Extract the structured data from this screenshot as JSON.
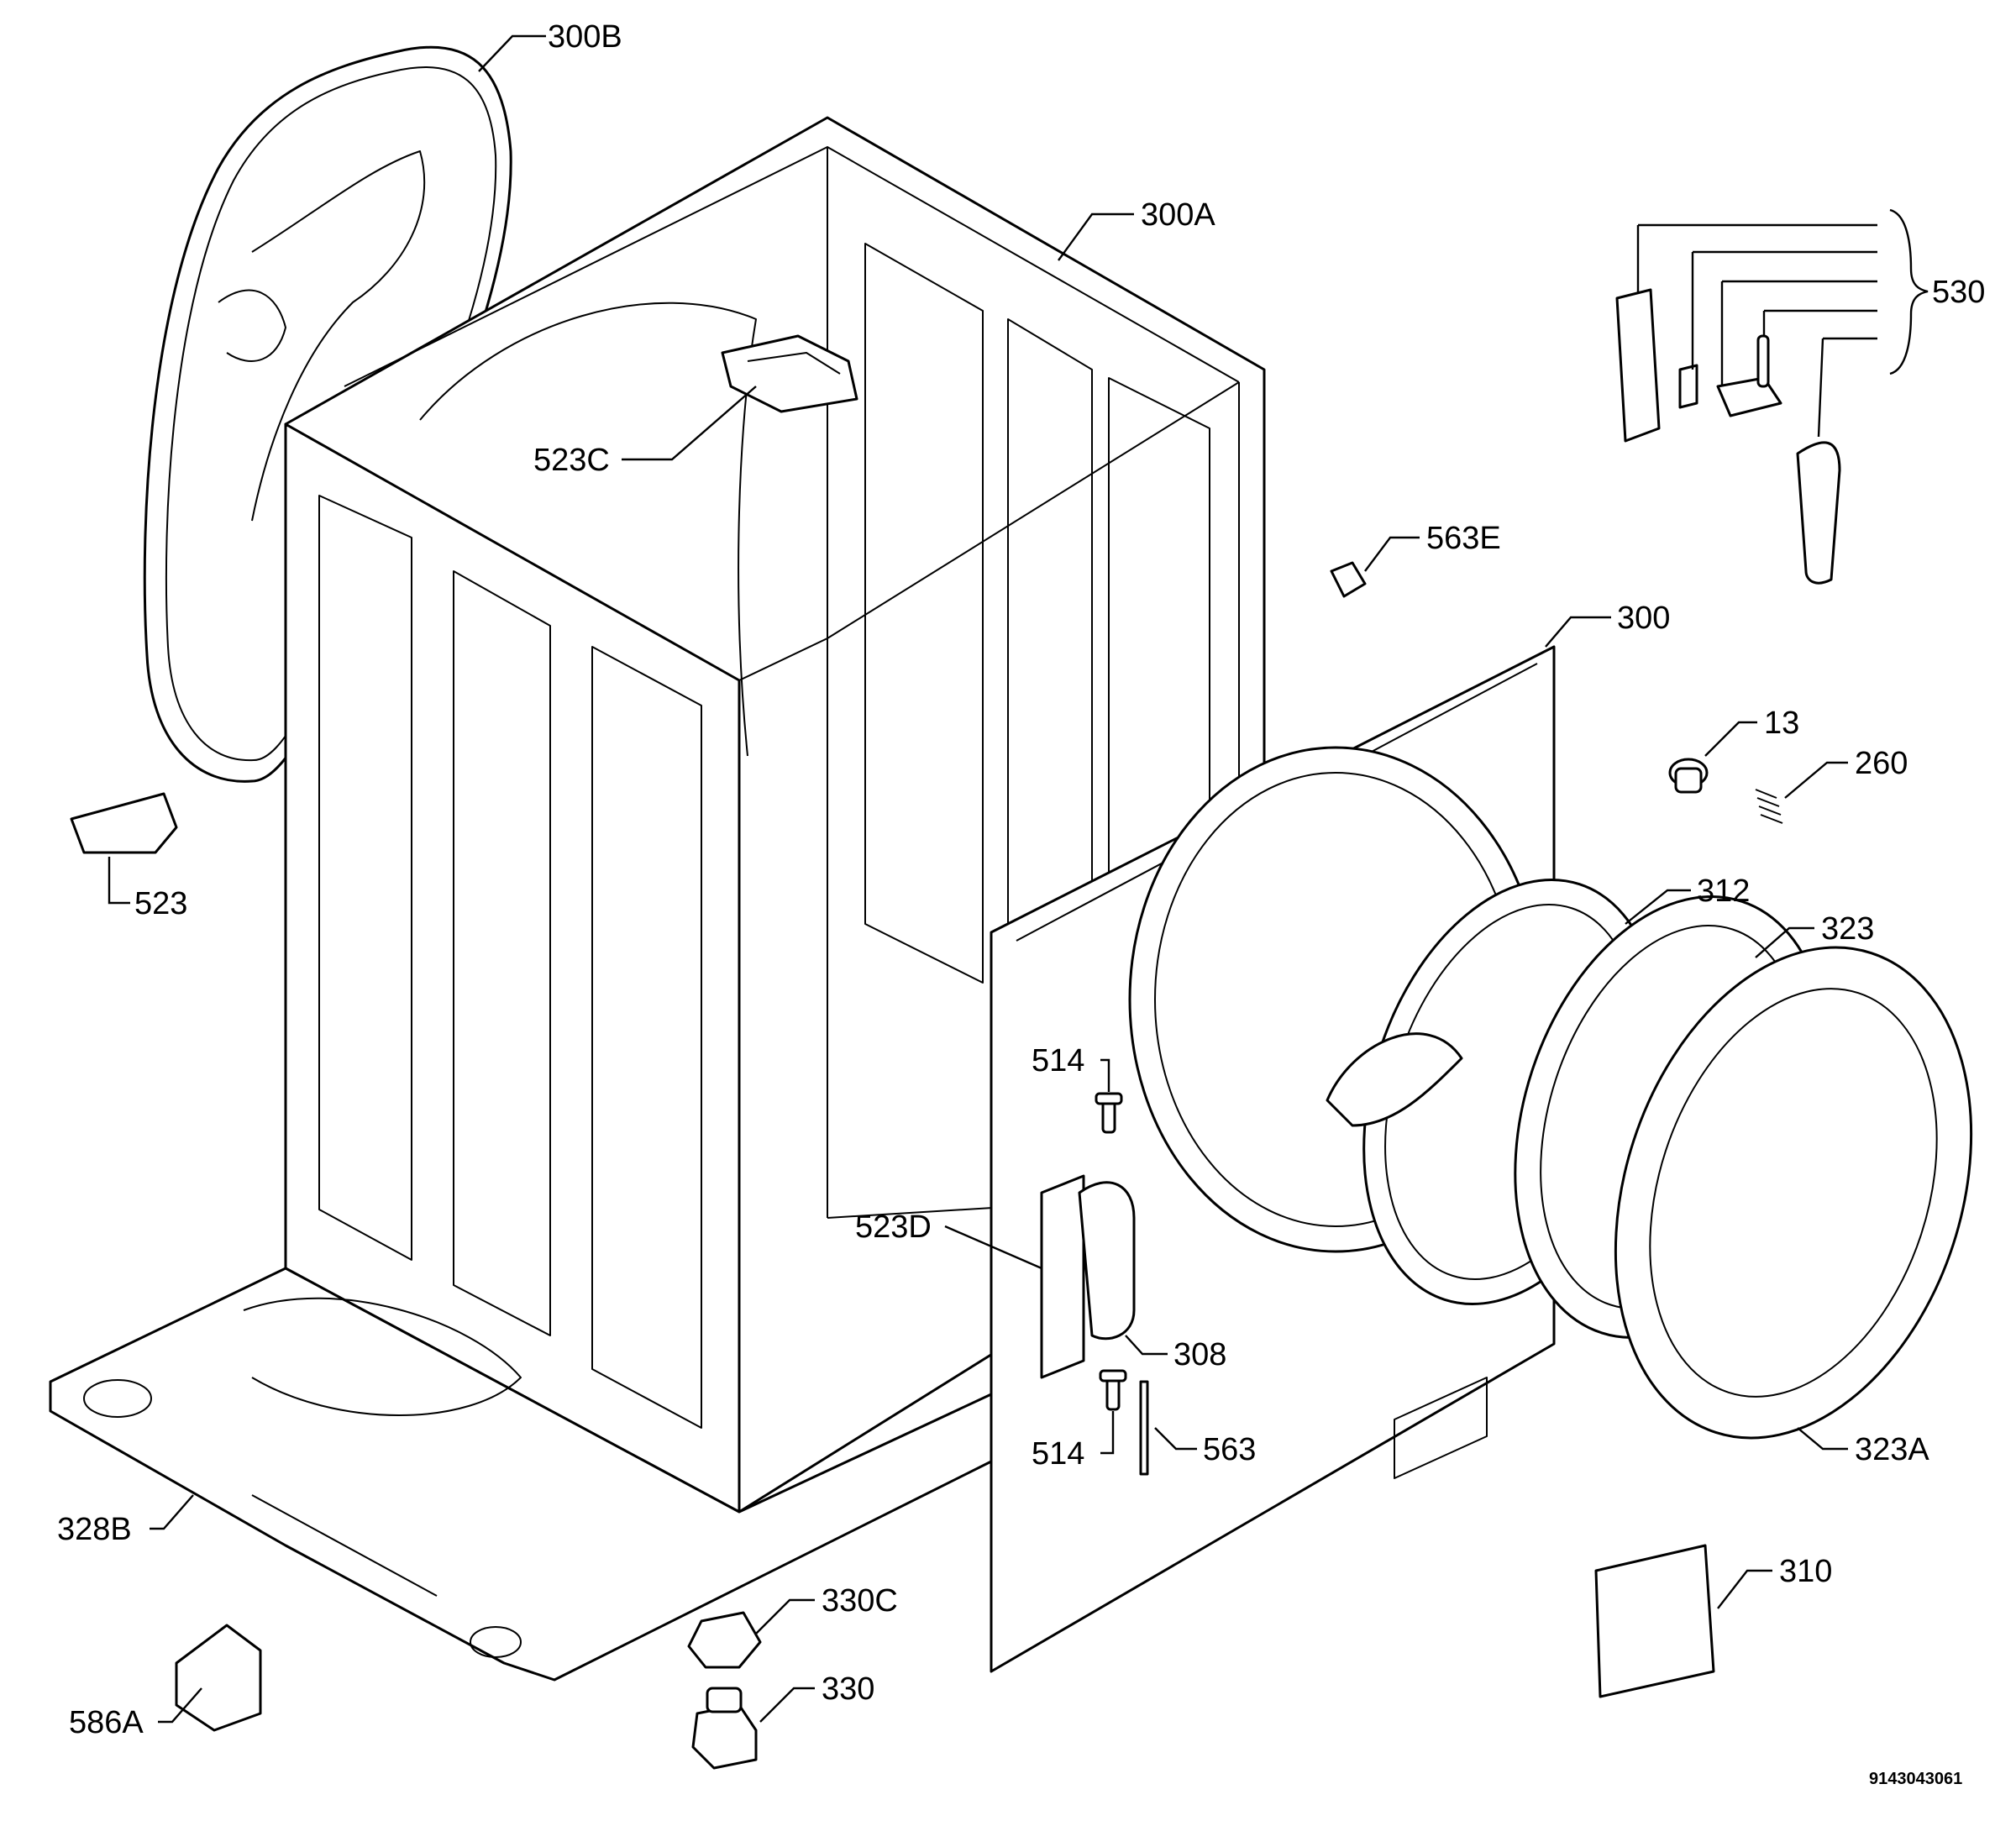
{
  "callouts": {
    "c300B": "300B",
    "c300A": "300A",
    "c523C": "523C",
    "c530": "530",
    "c563E": "563E",
    "c300": "300",
    "c13": "13",
    "c260": "260",
    "c523": "523",
    "c312": "312",
    "c323": "323",
    "c514a": "514",
    "c523D": "523D",
    "c308": "308",
    "c514b": "514",
    "c563": "563",
    "c323A": "323A",
    "c328B": "328B",
    "c310": "310",
    "c330C": "330C",
    "c330": "330",
    "c586A": "586A"
  },
  "document_id": "9143043061"
}
